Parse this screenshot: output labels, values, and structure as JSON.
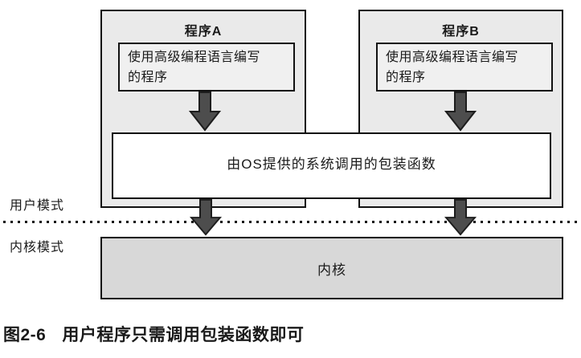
{
  "diagram": {
    "program_a": {
      "title": "程序A",
      "body_line1": "使用高级编程语言编写",
      "body_line2": "的程序"
    },
    "program_b": {
      "title": "程序B",
      "body_line1": "使用高级编程语言编写",
      "body_line2": "的程序"
    },
    "wrapper_box": {
      "label": "由OS提供的系统调用的包装函数"
    },
    "kernel_box": {
      "label": "内核"
    },
    "mode_labels": {
      "user": "用户模式",
      "kernel": "内核模式"
    }
  },
  "caption": {
    "figure_number": "图2-6",
    "text": "用户程序只需调用包装函数即可"
  },
  "colors": {
    "program_box_fill": "#eaeaea",
    "inner_box_fill": "#f0f0f0",
    "wrapper_box_fill": "#ffffff",
    "kernel_box_fill": "#d8d8d8",
    "arrow_fill": "#4d4d4d",
    "border": "#111111",
    "background": "#ffffff"
  }
}
